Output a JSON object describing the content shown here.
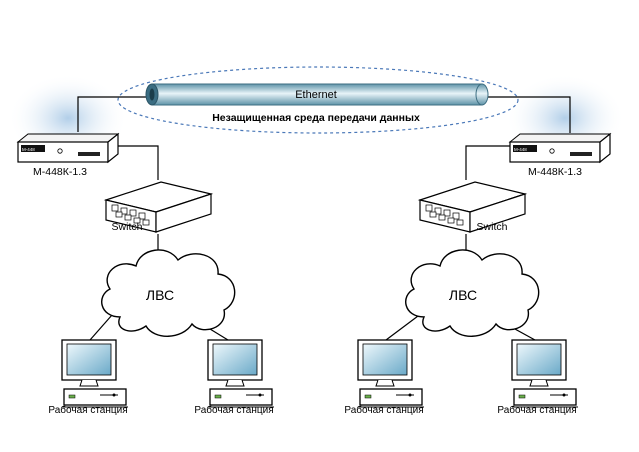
{
  "diagram": {
    "ethernet_label": "Ethernet",
    "medium_label": "Незащищенная среда передачи данных",
    "left": {
      "device_label": "М-448К-1.3",
      "device_badge": "M-448",
      "switch_label": "Switch",
      "lan_label": "ЛВС",
      "workstation_1_label": "Рабочая станция",
      "workstation_2_label": "Рабочая станция"
    },
    "right": {
      "device_label": "М-448К-1.3",
      "device_badge": "M-448",
      "switch_label": "Switch",
      "lan_label": "ЛВС",
      "workstation_1_label": "Рабочая станция",
      "workstation_2_label": "Рабочая станция"
    }
  },
  "colors": {
    "tube_dark": "#6fa4b8",
    "tube_light": "#e3f1f6",
    "ellipse_dash": "#4a78b8",
    "glow": "#b9d4ea",
    "screen_light": "#d9eef8",
    "screen_dark": "#7ab6d4"
  }
}
